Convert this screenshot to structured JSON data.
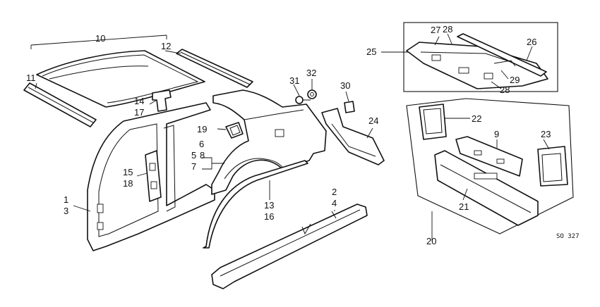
{
  "callouts": {
    "c1": "1",
    "c2": "2",
    "c3": "3",
    "c4": "4",
    "c5": "5",
    "c6": "6",
    "c7": "7",
    "c8": "8",
    "c9": "9",
    "c10": "10",
    "c11": "11",
    "c12": "12",
    "c13": "13",
    "c14": "14",
    "c15": "15",
    "c16": "16",
    "c17": "17",
    "c18": "18",
    "c19": "19",
    "c20": "20",
    "c21": "21",
    "c22": "22",
    "c23": "23",
    "c24": "24",
    "c25": "25",
    "c26": "26",
    "c27": "27",
    "c28a": "28",
    "c28b": "28",
    "c29": "29",
    "c30": "30",
    "c31": "31",
    "c32": "32"
  },
  "diagram_code": "SO 327"
}
